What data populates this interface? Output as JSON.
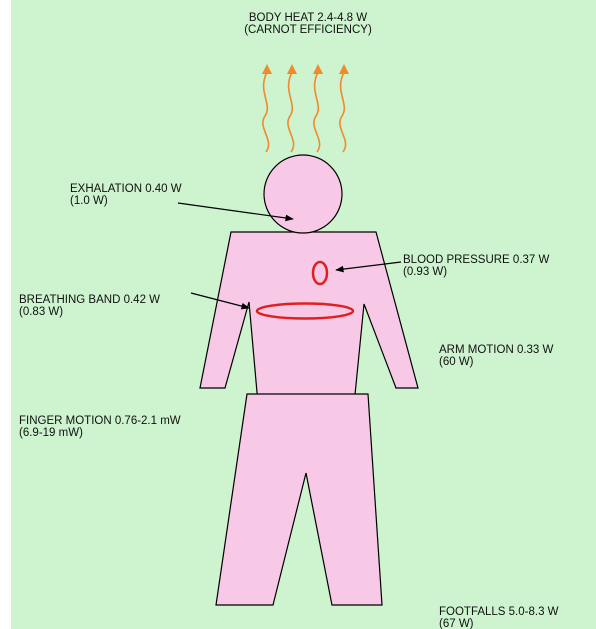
{
  "diagram": {
    "body_heat": {
      "line1": "BODY HEAT 2.4-4.8 W",
      "line2": "(CARNOT EFFICIENCY)"
    },
    "exhalation": {
      "line1": "EXHALATION 0.40 W",
      "line2": "(1.0 W)"
    },
    "blood_pressure": {
      "line1": "BLOOD PRESSURE 0.37 W",
      "line2": "(0.93 W)"
    },
    "breathing_band": {
      "line1": "BREATHING BAND 0.42 W",
      "line2": "(0.83 W)"
    },
    "arm_motion": {
      "line1": "ARM MOTION 0.33 W",
      "line2": "(60 W)"
    },
    "finger_motion": {
      "line1": "FINGER MOTION 0.76-2.1 mW",
      "line2": "(6.9-19 mW)"
    },
    "footfalls": {
      "line1": "FOOTFALLS 5.0-8.3 W",
      "line2": "(67 W)"
    }
  },
  "colors": {
    "background": "#cdf3cf",
    "body_fill": "#f7c9e6",
    "heat_arrows": "#f08a2a",
    "sensor_rings": "#e02020"
  }
}
